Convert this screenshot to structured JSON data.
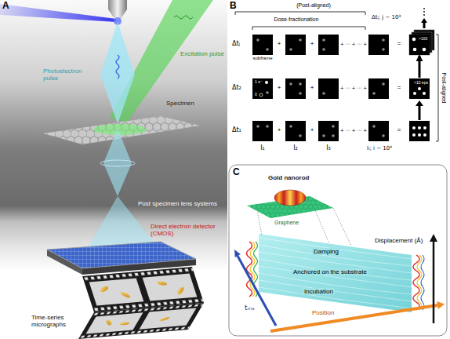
{
  "diagram": {
    "nodes": [
      {
        "text": [
          ">100"
        ]
      },
      {
        "text": [
          "1 e⁻",
          "0"
        ]
      },
      {
        "text": [
          "<10 eps"
        ]
      }
    ],
    "edges": [
      {
        "from": 2,
        "to": 0,
        "arrow": "to"
      }
    ],
    "labels": [
      "A",
      "Photoelectron pulse",
      "Excitation pulse",
      "Specimen",
      "Post specimen lens systems",
      "Direct electron detector (CMOS)",
      "Time-series micrographs",
      "B",
      "(Post-aligned)",
      "Dose-fractionation",
      "Δtⱼ",
      "subframe",
      "+",
      "+",
      "+ ⋯ + ⋯ +",
      "=",
      "Δt₂",
      "+",
      "+",
      "+ ⋯ + ⋯ +",
      "=",
      "Δt₁",
      "+",
      "+",
      "+ ⋯ + ⋯ +",
      "=",
      "I₁",
      "I₂",
      "I₃",
      "Iᵢ; i ~ 10⁴",
      "Δtⱼ; j ~ 10³",
      "Post-aligned",
      "C",
      "Gold nanorod",
      "Graphene",
      "Damping",
      "Anchored on the substrate",
      "Incubation",
      "Displacement (Å)",
      "Position",
      "tₘₛ"
    ]
  }
}
